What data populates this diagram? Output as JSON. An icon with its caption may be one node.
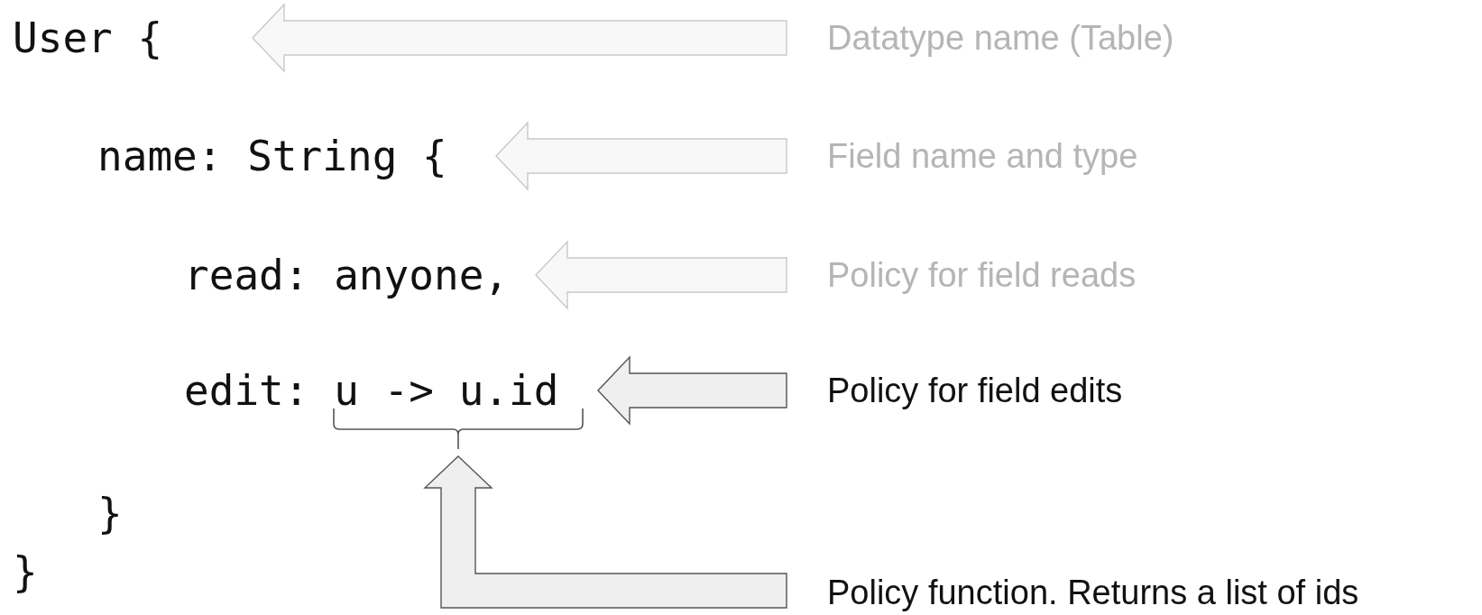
{
  "diagram": {
    "nodes": [
      {
        "text": [
          "User {"
        ]
      },
      {
        "text": [
          "Datatype name (Table)"
        ]
      },
      {
        "text": [
          "name: String {"
        ]
      },
      {
        "text": [
          "Field name and type"
        ]
      },
      {
        "text": [
          "read: anyone,"
        ]
      },
      {
        "text": [
          "Policy for field reads"
        ]
      },
      {
        "text": [
          "edit: u -> u.id"
        ]
      },
      {
        "text": [
          "Policy for field edits"
        ]
      },
      {
        "text": [],
        "shape": "bracket"
      },
      {
        "text": [
          "Policy function. Returns a list of ids"
        ]
      }
    ],
    "edges": [
      {
        "from": 1,
        "to": 0,
        "arrow": "to"
      },
      {
        "from": 3,
        "to": 2,
        "arrow": "to"
      },
      {
        "from": 5,
        "to": 4,
        "arrow": "to"
      },
      {
        "from": 7,
        "to": 6,
        "arrow": "to",
        "color": "#555555"
      },
      {
        "from": 9,
        "to": 8,
        "arrow": "to",
        "color": "#555555"
      }
    ],
    "labels": [
      "}",
      "}"
    ]
  }
}
